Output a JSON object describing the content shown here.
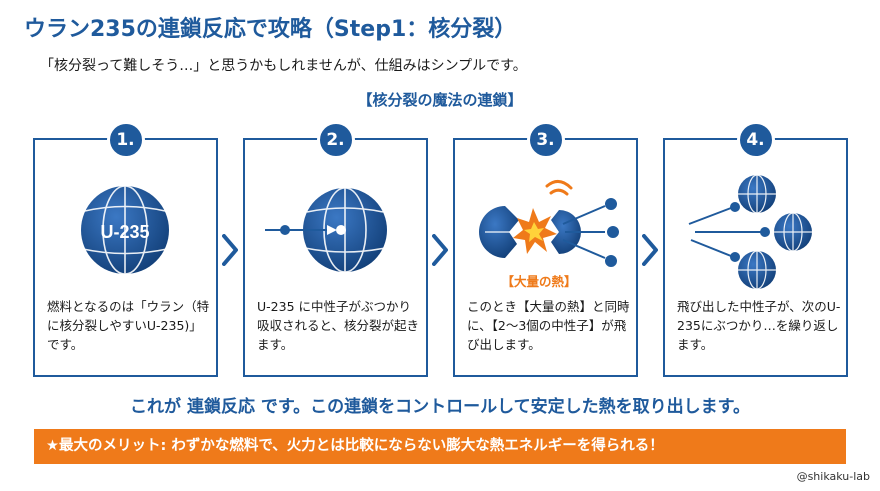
{
  "header": {
    "title": "ウラン235の連鎖反応で攻略（Step1：核分裂）",
    "subtitle": "「核分裂って難しそう…」と思うかもしれませんが、仕組みはシンプルです。",
    "diagram_heading": "【核分裂の魔法の連鎖】"
  },
  "steps": [
    {
      "number": "1.",
      "atom_label": "U-235",
      "caption": "燃料となるのは「ウラン（特に核分裂しやすいU-235)」です。"
    },
    {
      "number": "2.",
      "caption": "U-235 に中性子がぶつかり吸収されると、核分裂が起きます。"
    },
    {
      "number": "3.",
      "heat_label": "【大量の熱】",
      "caption": "このとき【大量の熱】と同時に、【2〜3個の中性子】が飛び出します。"
    },
    {
      "number": "4.",
      "caption": "飛び出した中性子が、次のU-235にぶつかり…を繰り返します。"
    }
  ],
  "conclusion": "これが 連鎖反応 です。この連鎖をコントロールして安定した熱を取り出します。",
  "banner": "★最大のメリット: わずかな燃料で、火力とは比較にならない膨大な熱エネルギーを得られる！",
  "credit": "@shikaku-lab",
  "colors": {
    "primary": "#1f5a9c",
    "accent": "#ef7a1a",
    "atom_dark": "#123f78"
  }
}
